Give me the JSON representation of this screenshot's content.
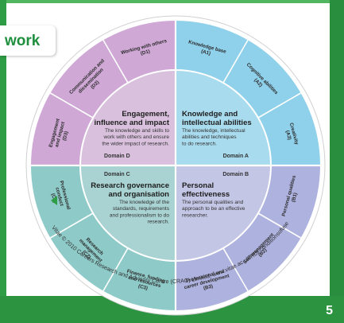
{
  "header": {
    "word": "work"
  },
  "page_number": "5",
  "colors": {
    "background_green": "#2f9d46",
    "domain_a": "#a9dbee",
    "domain_b": "#c4c6e6",
    "domain_c": "#a8d3d2",
    "domain_d": "#d9c1de",
    "outer_a": "#8fd0ea",
    "outer_b": "#aeb2df",
    "outer_c": "#8ecac8",
    "outer_d": "#cfa8d6"
  },
  "quadrants": [
    {
      "id": "A",
      "tag": "Domain A",
      "title_lines": [
        "Knowledge and",
        "intellectual abilities"
      ],
      "desc_lines": [
        "The knowledge, intellectual",
        "abilities and techniques",
        "to do research."
      ]
    },
    {
      "id": "B",
      "tag": "Domain B",
      "title_lines": [
        "Personal",
        "effectiveness"
      ],
      "desc_lines": [
        "The personal qualities and",
        "approach to be an effective",
        "researcher."
      ]
    },
    {
      "id": "C",
      "tag": "Domain C",
      "title_lines": [
        "Research governance",
        "and organisation"
      ],
      "desc_lines": [
        "The knowledge of the",
        "standards, requirements",
        "and professionalism to do",
        "research."
      ]
    },
    {
      "id": "D",
      "tag": "Domain D",
      "title_lines": [
        "Engagement,",
        "influence and impact"
      ],
      "desc_lines": [
        "The knowledge and skills to",
        "work with others and ensure",
        "the wider impact of research."
      ]
    }
  ],
  "segments": [
    {
      "id": "A1",
      "lines": [
        "Knowledge base",
        "(A1)"
      ]
    },
    {
      "id": "A2",
      "lines": [
        "Cognitive abilities",
        "(A2)"
      ]
    },
    {
      "id": "A3",
      "lines": [
        "Creativity",
        "(A3)"
      ]
    },
    {
      "id": "B1",
      "lines": [
        "Personal qualities",
        "(B1)"
      ]
    },
    {
      "id": "B2",
      "lines": [
        "Self-management",
        "(B2)"
      ]
    },
    {
      "id": "B3",
      "lines": [
        "Professional and",
        "career development",
        "(B3)"
      ]
    },
    {
      "id": "C3",
      "lines": [
        "Finance, funding",
        "and resources",
        "(C3)"
      ]
    },
    {
      "id": "C2",
      "lines": [
        "Research",
        "management",
        "(C2)"
      ]
    },
    {
      "id": "C1",
      "lines": [
        "Professional",
        "conduct",
        "(C1)"
      ]
    },
    {
      "id": "D3",
      "lines": [
        "Engagement",
        "and impact",
        "(D3)"
      ]
    },
    {
      "id": "D2",
      "lines": [
        "Communication and",
        "dissemination",
        "(D2)"
      ]
    },
    {
      "id": "D1",
      "lines": [
        "Working with others",
        "(D1)"
      ]
    }
  ],
  "footer": {
    "logo_text": "Vitae",
    "copyright": "© 2010 Careers Research and Advisory Centre (CRAC) Limited.",
    "url": "www.vitae.ac.uk/RDFconditionsofuse"
  }
}
